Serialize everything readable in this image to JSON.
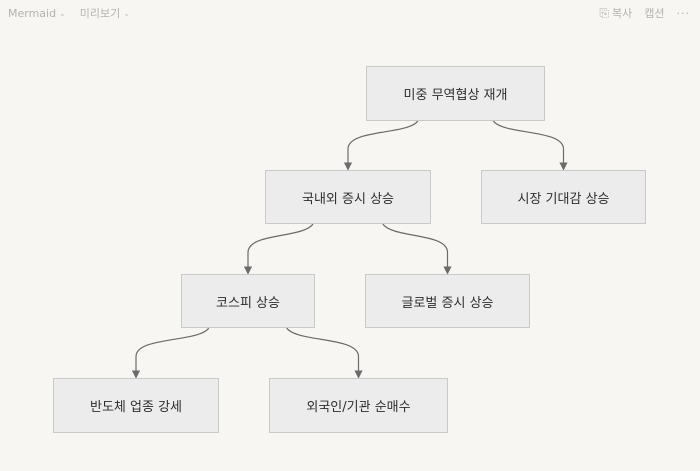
{
  "toolbar": {
    "title": "Mermaid",
    "view": "미리보기",
    "copy_label": "복사",
    "caption_label": "캡션",
    "more": "···"
  },
  "diagram": {
    "nodes": [
      {
        "id": "n1",
        "label": "미중 무역협상 재개"
      },
      {
        "id": "n2",
        "label": "국내외 증시 상승"
      },
      {
        "id": "n3",
        "label": "시장 기대감 상승"
      },
      {
        "id": "n4",
        "label": "코스피 상승"
      },
      {
        "id": "n5",
        "label": "글로벌 증시 상승"
      },
      {
        "id": "n6",
        "label": "반도체 업종 강세"
      },
      {
        "id": "n7",
        "label": "외국인/기관 순매수"
      }
    ],
    "edges": [
      {
        "from": "n1",
        "to": "n2"
      },
      {
        "from": "n1",
        "to": "n3"
      },
      {
        "from": "n2",
        "to": "n4"
      },
      {
        "from": "n2",
        "to": "n5"
      },
      {
        "from": "n4",
        "to": "n6"
      },
      {
        "from": "n4",
        "to": "n7"
      }
    ]
  },
  "colors": {
    "node_fill": "#ececec",
    "node_border": "#c9c9c9",
    "edge": "#6b6b6b",
    "background": "#f7f6f3"
  }
}
